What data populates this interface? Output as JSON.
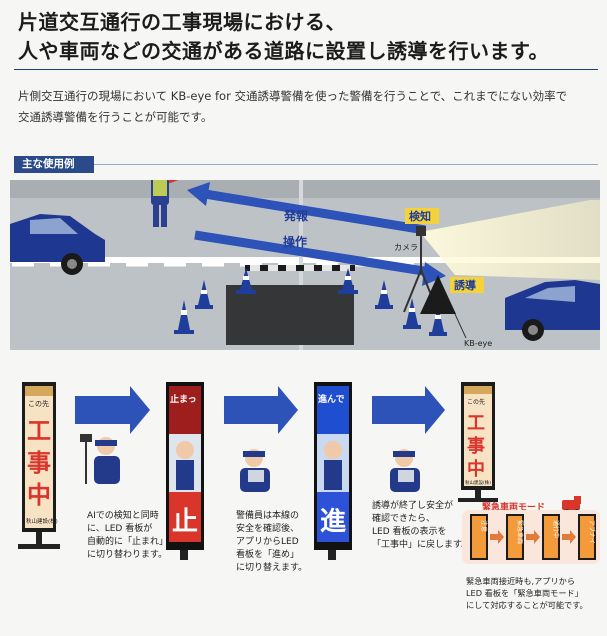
{
  "headline": {
    "line1": "片道交互通行の工事現場における、",
    "line2": "人や車両などの交通がある道路に設置し誘導を行います。"
  },
  "intro": {
    "line1": "片側交互通行の現場において KB-eye for 交通誘導警備を使った警備を行うことで、これまでにない効率で",
    "line2": "交通誘導警備を行うことが可能です。"
  },
  "usage_tag": "主な使用例",
  "scene": {
    "hatsuhou": "発報",
    "sousa": "操作",
    "kenchi": "検知",
    "camera": "カメラ",
    "yuudou": "誘導",
    "device": "KB-eye"
  },
  "signs": {
    "s1_top": "この先",
    "s1_chars": [
      "工",
      "事",
      "中"
    ],
    "s1_foot": "秋山建設(株)",
    "s2_top": "止まっ",
    "s2_big": "止",
    "s3_top": "進んで",
    "s3_big": "進",
    "s4_top": "この先",
    "s4_chars": [
      "工",
      "事",
      "中"
    ],
    "s4_foot": "秋山建設(株)"
  },
  "captions": {
    "c1": [
      "AIでの検知と同時",
      "に、LED 看板が",
      "自動的に「止まれ」",
      "に切り替わります。"
    ],
    "c2": [
      "警備員は本線の",
      "安全を確認後、",
      "アプリからLED",
      "看板を「進め」",
      "に切り替えます。"
    ],
    "c3": [
      "誘導が終了し安全が",
      "確認できたら、",
      "LED 看板の表示を",
      "「工事中」に戻します。"
    ]
  },
  "emergency": {
    "title": "緊急車両モード",
    "signs": [
      "注意",
      "緊急車両",
      "通行中",
      "アブナイ"
    ],
    "caption": [
      "緊急車両接近時も,アプリから",
      "LED 看板を「緊急車両モード」",
      "にして対応することが可能です。"
    ]
  },
  "colors": {
    "accent_blue": "#2d52b8",
    "tag_blue": "#2a4a8a",
    "red": "#d9352b",
    "kenchi_yellow": "#f3d23b"
  }
}
